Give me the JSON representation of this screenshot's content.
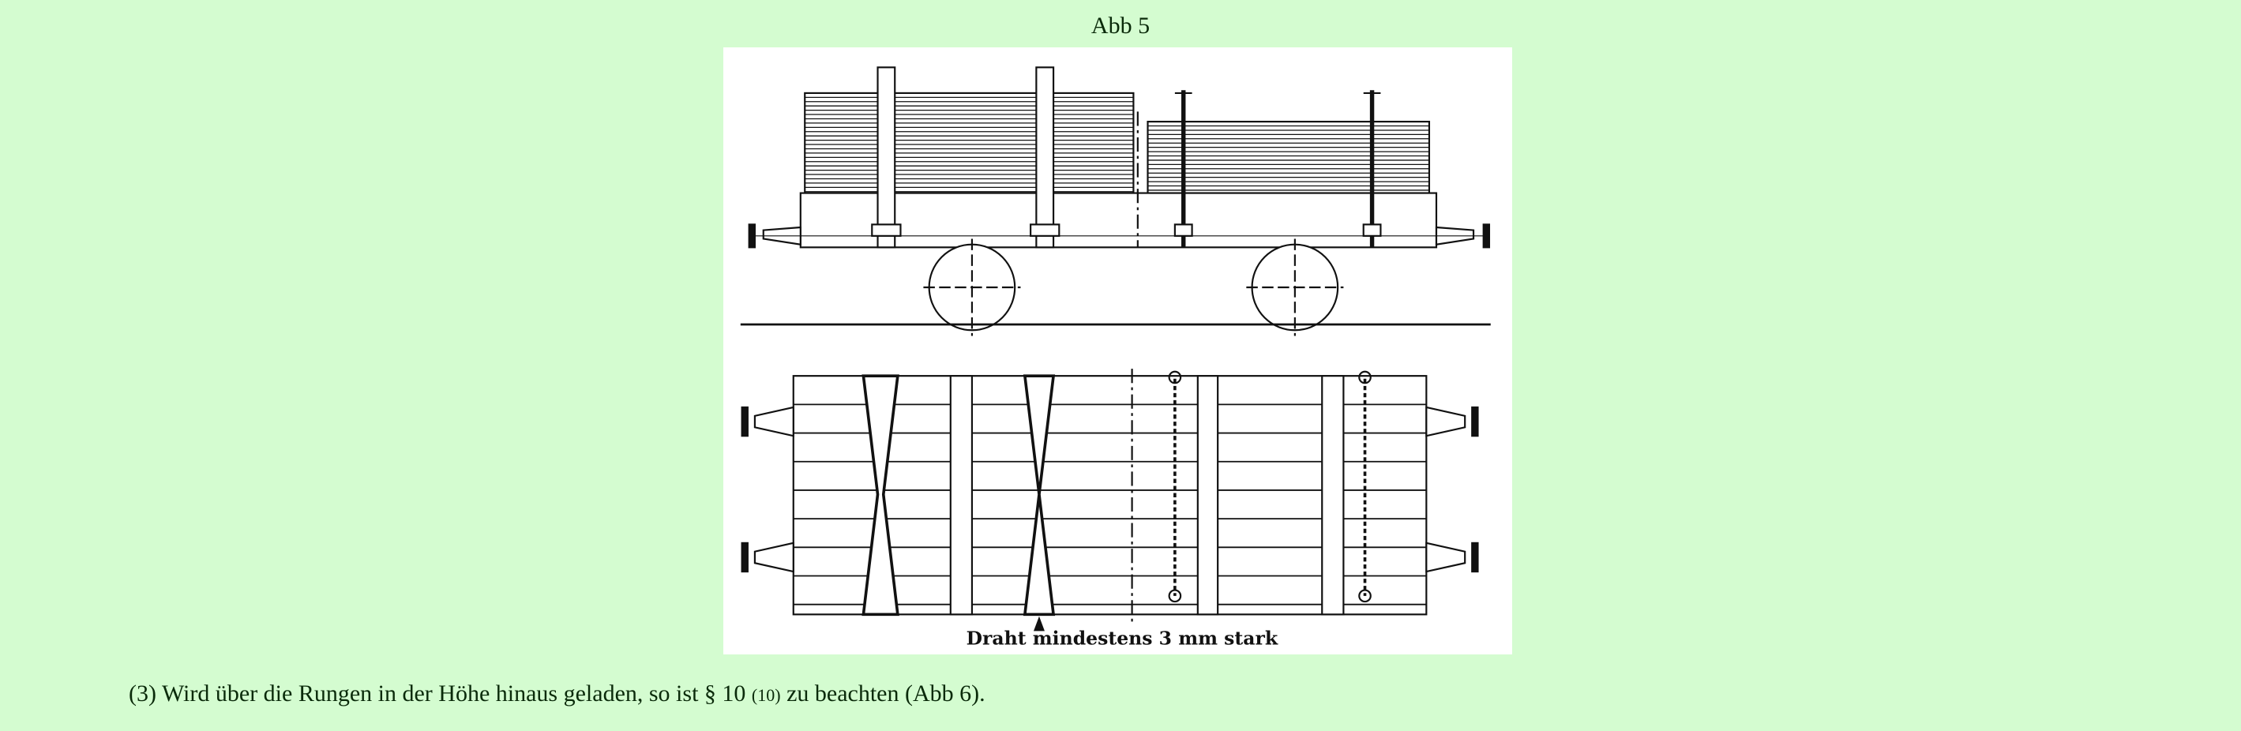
{
  "figure": {
    "title": "Abb 5",
    "image_lettering": "Draht mindestens 3 mm stark"
  },
  "caption": {
    "text_before": "(3) Wird über die Rungen in der Höhe hinaus geladen, so ist § 10 ",
    "small_ref": "(10)",
    "text_after": " zu beachten (Abb 6)."
  }
}
